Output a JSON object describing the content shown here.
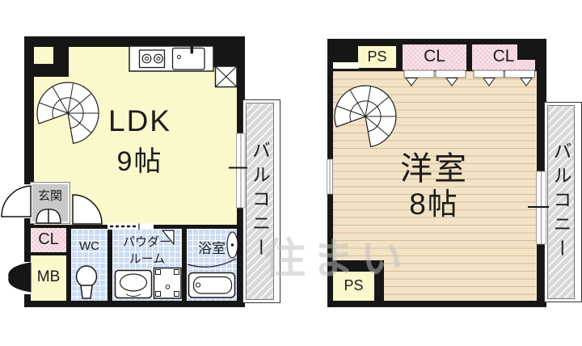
{
  "floor1": {
    "room_label": "LDK",
    "room_size": "9帖",
    "entrance": "玄関",
    "closet": "CL",
    "meter_box": "MB",
    "toilet": "WC",
    "powder_line1": "パウダー",
    "powder_line2": "ルーム",
    "bathroom": "浴室",
    "balcony": "バルコニー"
  },
  "floor2": {
    "room_label": "洋室",
    "room_size": "8帖",
    "pipe_space_top": "PS",
    "pipe_space_bottom": "PS",
    "closet_left": "CL",
    "closet_right": "CL",
    "balcony": "バルコニー"
  },
  "watermark": "住まい",
  "colors": {
    "wall": "#161616",
    "room_yellow": "#fbf8cc",
    "wood_floor": "#f3e3c6",
    "tile_blue": "#cddcf2",
    "closet_pink": "#f1ccd6",
    "entrance_gray": "#c9c9c9",
    "balcony_gray": "#d9d9d9"
  }
}
